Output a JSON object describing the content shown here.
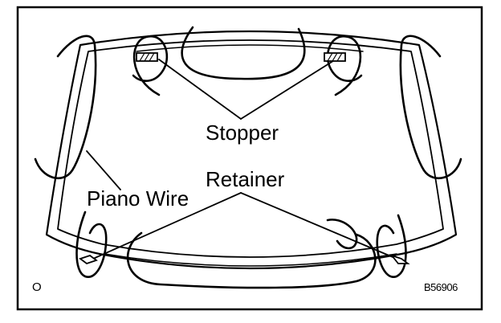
{
  "diagram": {
    "labels": {
      "stopper": "Stopper",
      "retainer": "Retainer",
      "piano_wire": "Piano Wire"
    },
    "corner_mark": "O",
    "figure_code": "B56906"
  }
}
